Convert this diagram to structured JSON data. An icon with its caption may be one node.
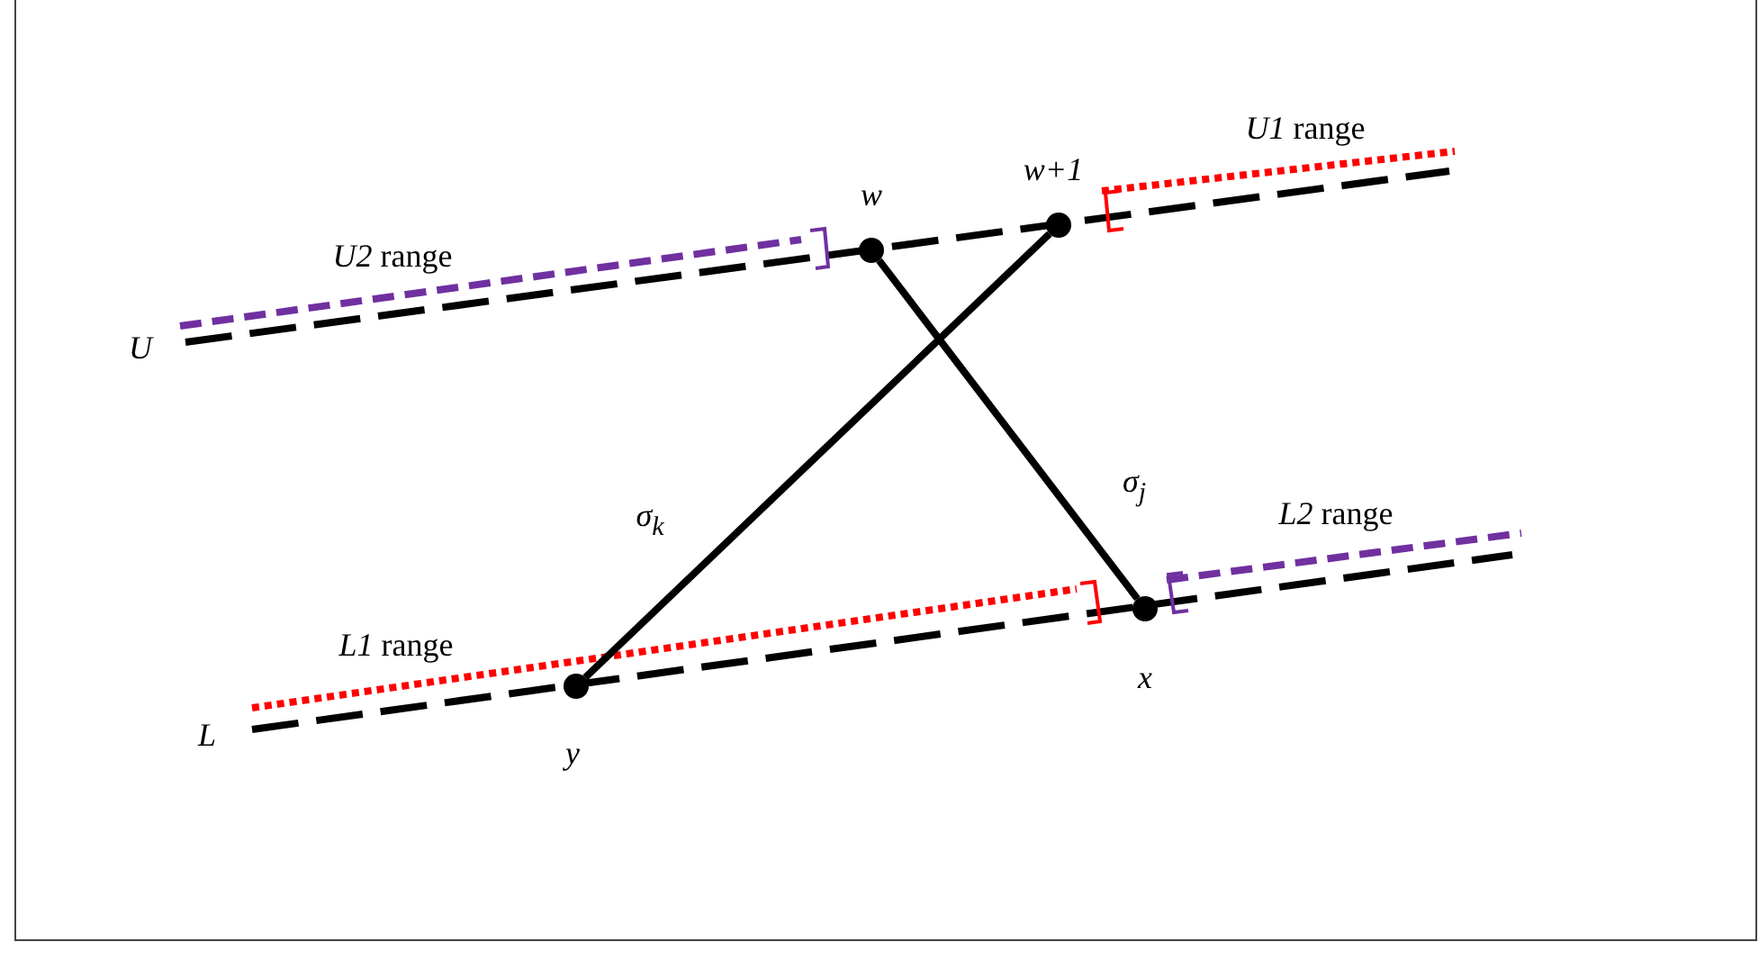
{
  "diagram": {
    "nodes": [
      {
        "text": [],
        "shape": "circle",
        "beside": [
          "w"
        ]
      },
      {
        "text": [],
        "shape": "circle",
        "beside": [
          "w+1"
        ]
      },
      {
        "text": [],
        "shape": "circle",
        "beside": [
          "y"
        ]
      },
      {
        "text": [],
        "shape": "circle",
        "beside": [
          "x"
        ]
      }
    ],
    "edges": [
      {
        "from": 0,
        "to": 3,
        "arrow": "none",
        "label": "σ$_{j}$"
      },
      {
        "from": 1,
        "to": 2,
        "arrow": "none",
        "label": "σ$_{k}$"
      }
    ],
    "labels": [
      "*U1* range",
      "*U2* range",
      "U",
      "*L2* range",
      "*L1* range",
      "L"
    ]
  }
}
